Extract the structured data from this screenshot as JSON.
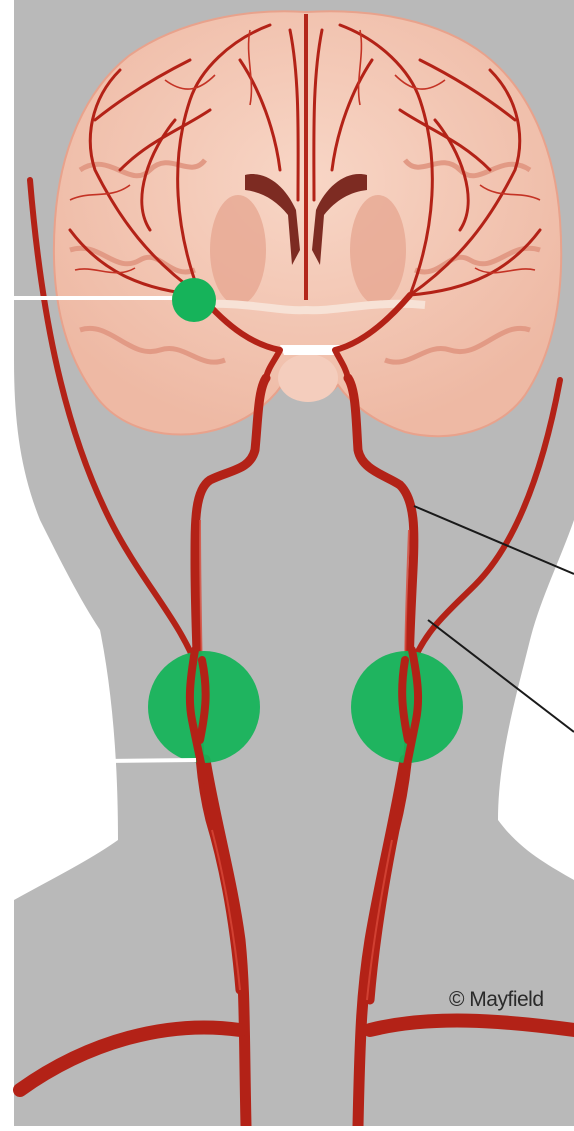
{
  "figure": {
    "copyright": "© Mayfield",
    "colors": {
      "background": "#ffffff",
      "head_silhouette": "#b9b9b9",
      "brain_tissue": "#f1c6b2",
      "brain_inner": "#e7a892",
      "white_matter": "#f7e2d6",
      "ventricle": "#7d2b22",
      "artery": "#b32217",
      "artery_highlight": "#d8493a",
      "marker_green": "#16b35a",
      "pointer_white": "#ffffff",
      "pointer_black": "#1a1a1a"
    },
    "markers": [
      {
        "name": "small-green-dot",
        "shape": "circle"
      },
      {
        "name": "left-green-circle",
        "shape": "circle"
      },
      {
        "name": "right-green-circle",
        "shape": "circle"
      }
    ],
    "pointer_lines": [
      {
        "name": "upper-left-pointer",
        "color": "white"
      },
      {
        "name": "lower-left-pointer",
        "color": "white"
      },
      {
        "name": "upper-right-pointer",
        "color": "black"
      },
      {
        "name": "lower-right-pointer",
        "color": "black"
      }
    ]
  }
}
